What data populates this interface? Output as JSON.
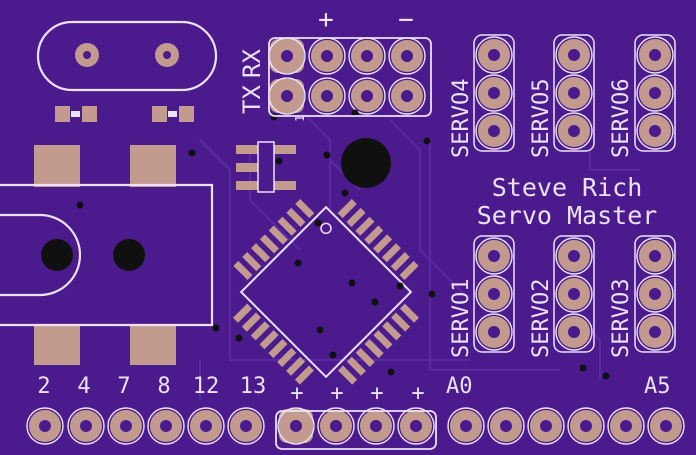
{
  "board": {
    "title_line1": "Steve Rich",
    "title_line2": "Servo Master"
  },
  "power_header": {
    "plus": "+",
    "minus": "−"
  },
  "serial_header": {
    "label_tx": "TX",
    "label_rx": "RX"
  },
  "servo_headers_top": [
    {
      "label": "SERVO4"
    },
    {
      "label": "SERVO5"
    },
    {
      "label": "SERVO6"
    }
  ],
  "servo_headers_bottom": [
    {
      "label": "SERVO1"
    },
    {
      "label": "SERVO2"
    },
    {
      "label": "SERVO3"
    }
  ],
  "bottom_pin_labels": [
    "2",
    "4",
    "7",
    "8",
    "12",
    "13"
  ],
  "power_pin_labels": [
    "+",
    "+",
    "+",
    "+"
  ],
  "analog_pin_labels": {
    "first": "A0",
    "last": "A5"
  },
  "pin1_marker": "1",
  "colors": {
    "soldermask": "#4b1b8e",
    "silkscreen": "#ebe2f5",
    "copper_pad": "#c39a8e",
    "via": "#101010"
  }
}
